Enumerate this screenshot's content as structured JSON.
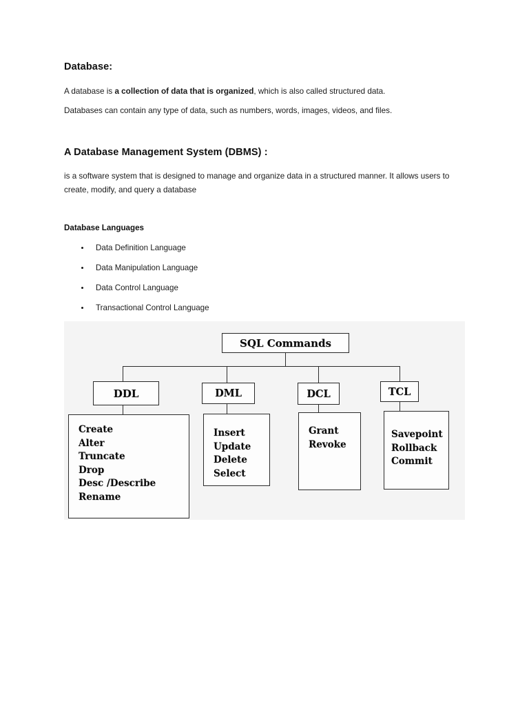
{
  "document": {
    "section1": {
      "heading": "Database:",
      "para1_pre": "A database is ",
      "para1_bold": "a collection of data that is organized",
      "para1_post": ", which is also called structured data.",
      "para2": " Databases can contain any type of data, such as numbers, words, images, videos, and files."
    },
    "section2": {
      "heading": "A Database Management System (DBMS) :",
      "para": "is a software system that is designed to manage and organize data in a structured manner. It allows users to create, modify, and query a database"
    },
    "section3": {
      "heading": "Database Languages",
      "items": [
        "Data Definition Language",
        "Data Manipulation Language",
        "Data Control Language",
        "Transactional Control Language"
      ]
    }
  },
  "diagram": {
    "root": "SQL Commands",
    "branches": [
      {
        "label": "DDL",
        "commands": [
          "Create",
          "Alter",
          "Truncate",
          "Drop",
          "Desc /Describe",
          "Rename"
        ]
      },
      {
        "label": "DML",
        "commands": [
          "Insert",
          "Update",
          "Delete",
          "Select"
        ]
      },
      {
        "label": "DCL",
        "commands": [
          "Grant",
          "Revoke"
        ]
      },
      {
        "label": "TCL",
        "commands": [
          "Savepoint",
          "Rollback",
          "Commit"
        ]
      }
    ],
    "background_color": "#f4f4f4",
    "box_border_color": "#262626",
    "box_fill_color": "#fdfdfd"
  }
}
